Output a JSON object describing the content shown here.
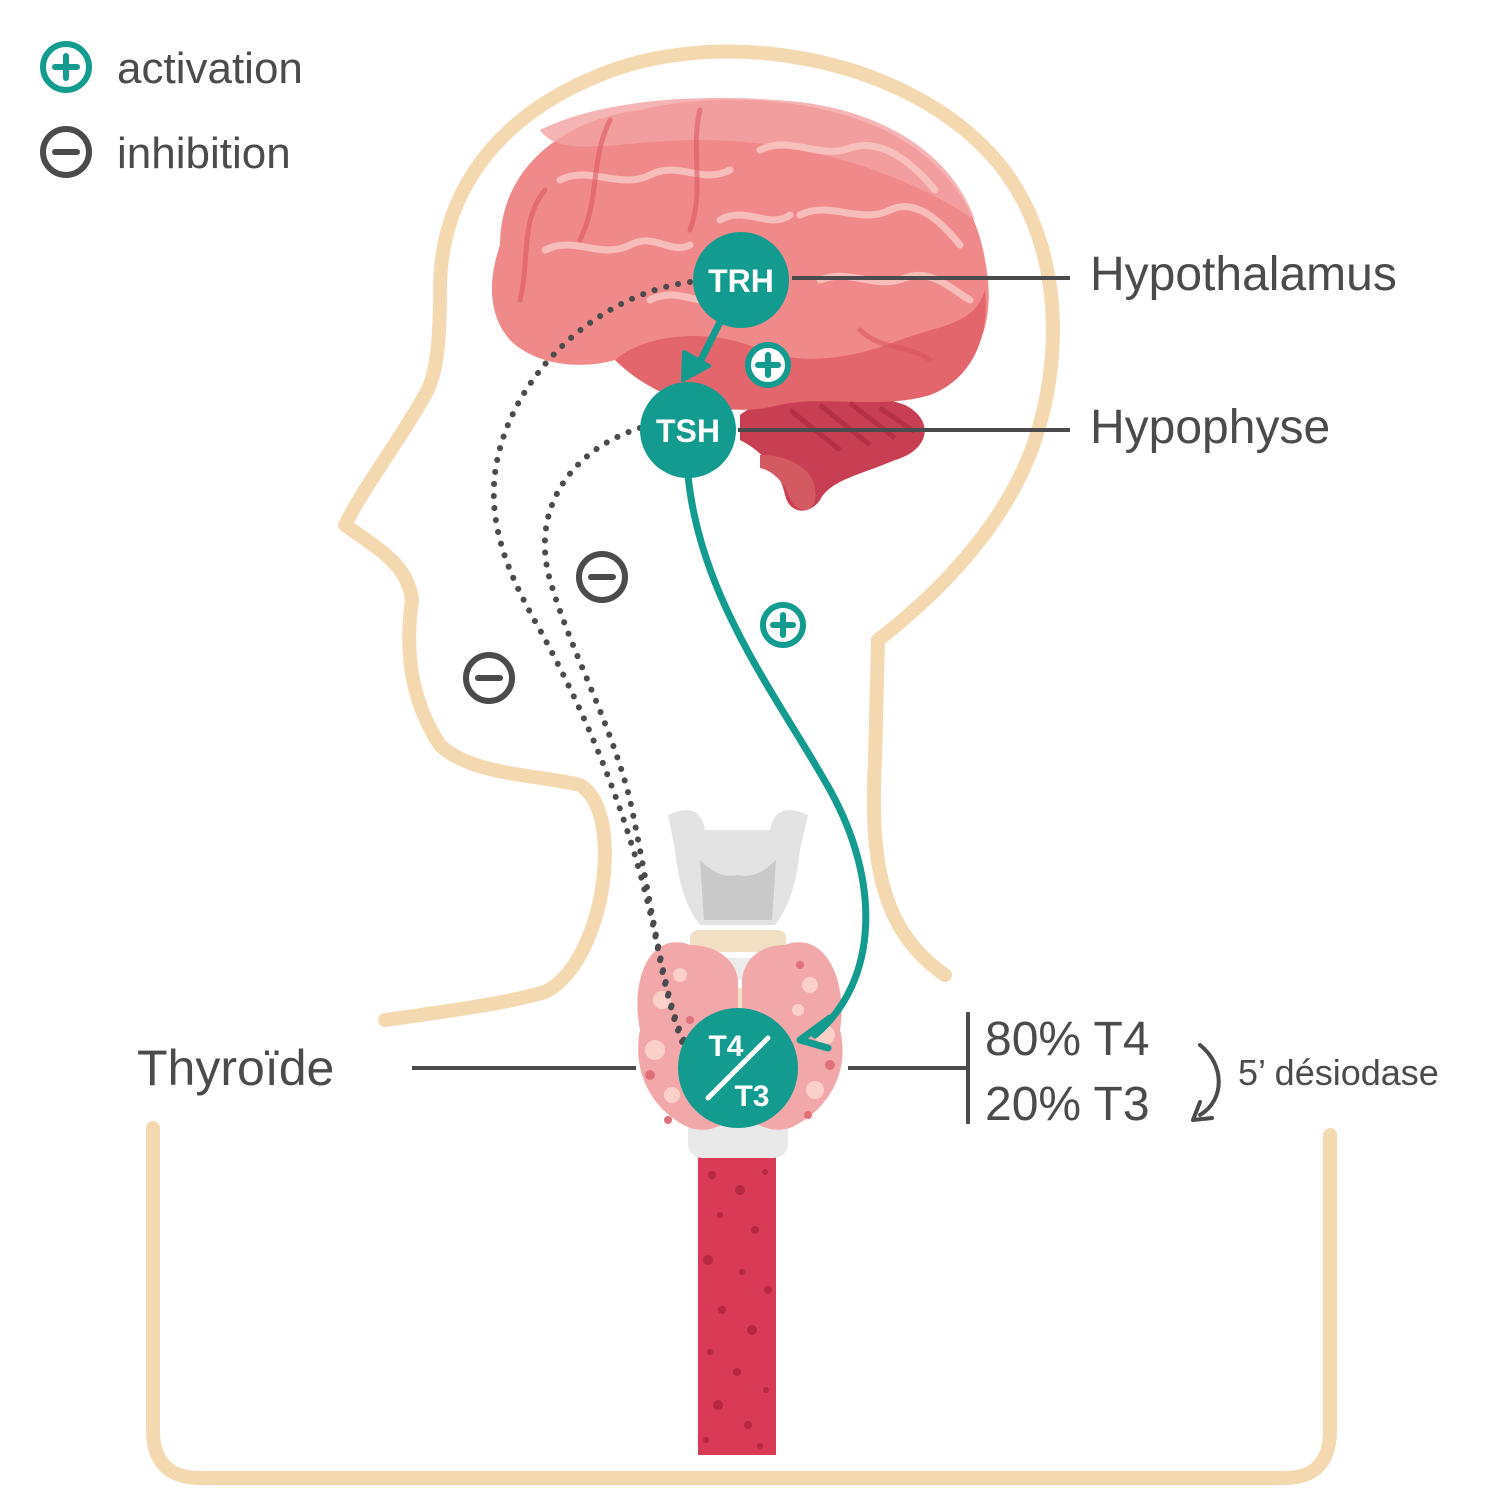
{
  "legend": {
    "activation_label": "activation",
    "inhibition_label": "inhibition"
  },
  "nodes": {
    "trh": "TRH",
    "tsh": "TSH",
    "t4": "T4",
    "t3": "T3"
  },
  "labels": {
    "hypothalamus": "Hypothalamus",
    "hypophyse": "Hypophyse",
    "thyroide": "Thyroïde",
    "t4_percent": "80% T4",
    "t3_percent": "20% T3",
    "desiodase": "5’ désiodase"
  },
  "colors": {
    "teal": "#139b8f",
    "gray": "#4b4b4d",
    "head_outline": "#f4d9b0",
    "brain": "#f08a8a",
    "trachea": "#d93a55"
  }
}
